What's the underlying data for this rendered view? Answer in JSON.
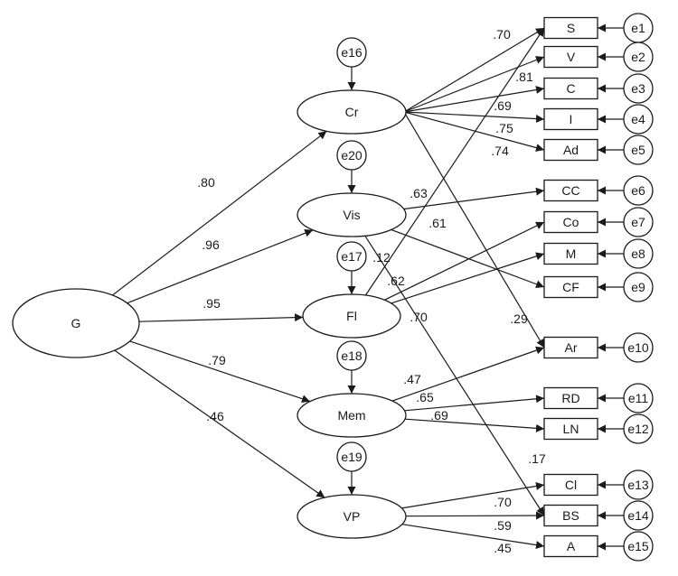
{
  "latent": {
    "G": "G",
    "Cr": "Cr",
    "Vis": "Vis",
    "Fl": "Fl",
    "Mem": "Mem",
    "VP": "VP"
  },
  "observed": {
    "S": "S",
    "V": "V",
    "C": "C",
    "I": "I",
    "Ad": "Ad",
    "CC": "CC",
    "Co": "Co",
    "M": "M",
    "CF": "CF",
    "Ar": "Ar",
    "RD": "RD",
    "LN": "LN",
    "Cl": "Cl",
    "BS": "BS",
    "A": "A"
  },
  "errors": {
    "e1": "e1",
    "e2": "e2",
    "e3": "e3",
    "e4": "e4",
    "e5": "e5",
    "e6": "e6",
    "e7": "e7",
    "e8": "e8",
    "e9": "e9",
    "e10": "e10",
    "e11": "e11",
    "e12": "e12",
    "e13": "e13",
    "e14": "e14",
    "e15": "e15",
    "e16": "e16",
    "e17": "e17",
    "e18": "e18",
    "e19": "e19",
    "e20": "e20"
  },
  "paths": [
    {
      "from": "G",
      "to": "Cr",
      "coef": ".80"
    },
    {
      "from": "G",
      "to": "Vis",
      "coef": ".96"
    },
    {
      "from": "G",
      "to": "Fl",
      "coef": ".95"
    },
    {
      "from": "G",
      "to": "Mem",
      "coef": ".79"
    },
    {
      "from": "G",
      "to": "VP",
      "coef": ".46"
    },
    {
      "from": "Cr",
      "to": "S",
      "coef": ".70"
    },
    {
      "from": "Cr",
      "to": "V",
      "coef": ".81"
    },
    {
      "from": "Cr",
      "to": "C",
      "coef": ".69"
    },
    {
      "from": "Cr",
      "to": "I",
      "coef": ".75"
    },
    {
      "from": "Cr",
      "to": "Ad",
      "coef": ".74"
    },
    {
      "from": "Cr",
      "to": "Ar",
      "coef": ".29"
    },
    {
      "from": "Vis",
      "to": "CC",
      "coef": ".63"
    },
    {
      "from": "Vis",
      "to": "CF",
      "coef": ".61"
    },
    {
      "from": "Vis",
      "to": "BS",
      "coef": ".17"
    },
    {
      "from": "Fl",
      "to": "S",
      "coef": ".12"
    },
    {
      "from": "Fl",
      "to": "Co",
      "coef": ".62"
    },
    {
      "from": "Fl",
      "to": "M",
      "coef": ".70"
    },
    {
      "from": "Mem",
      "to": "Ar",
      "coef": ".47"
    },
    {
      "from": "Mem",
      "to": "RD",
      "coef": ".65"
    },
    {
      "from": "Mem",
      "to": "LN",
      "coef": ".69"
    },
    {
      "from": "VP",
      "to": "Cl",
      "coef": ".70"
    },
    {
      "from": "VP",
      "to": "BS",
      "coef": ".59"
    },
    {
      "from": "VP",
      "to": "A",
      "coef": ".45"
    }
  ]
}
